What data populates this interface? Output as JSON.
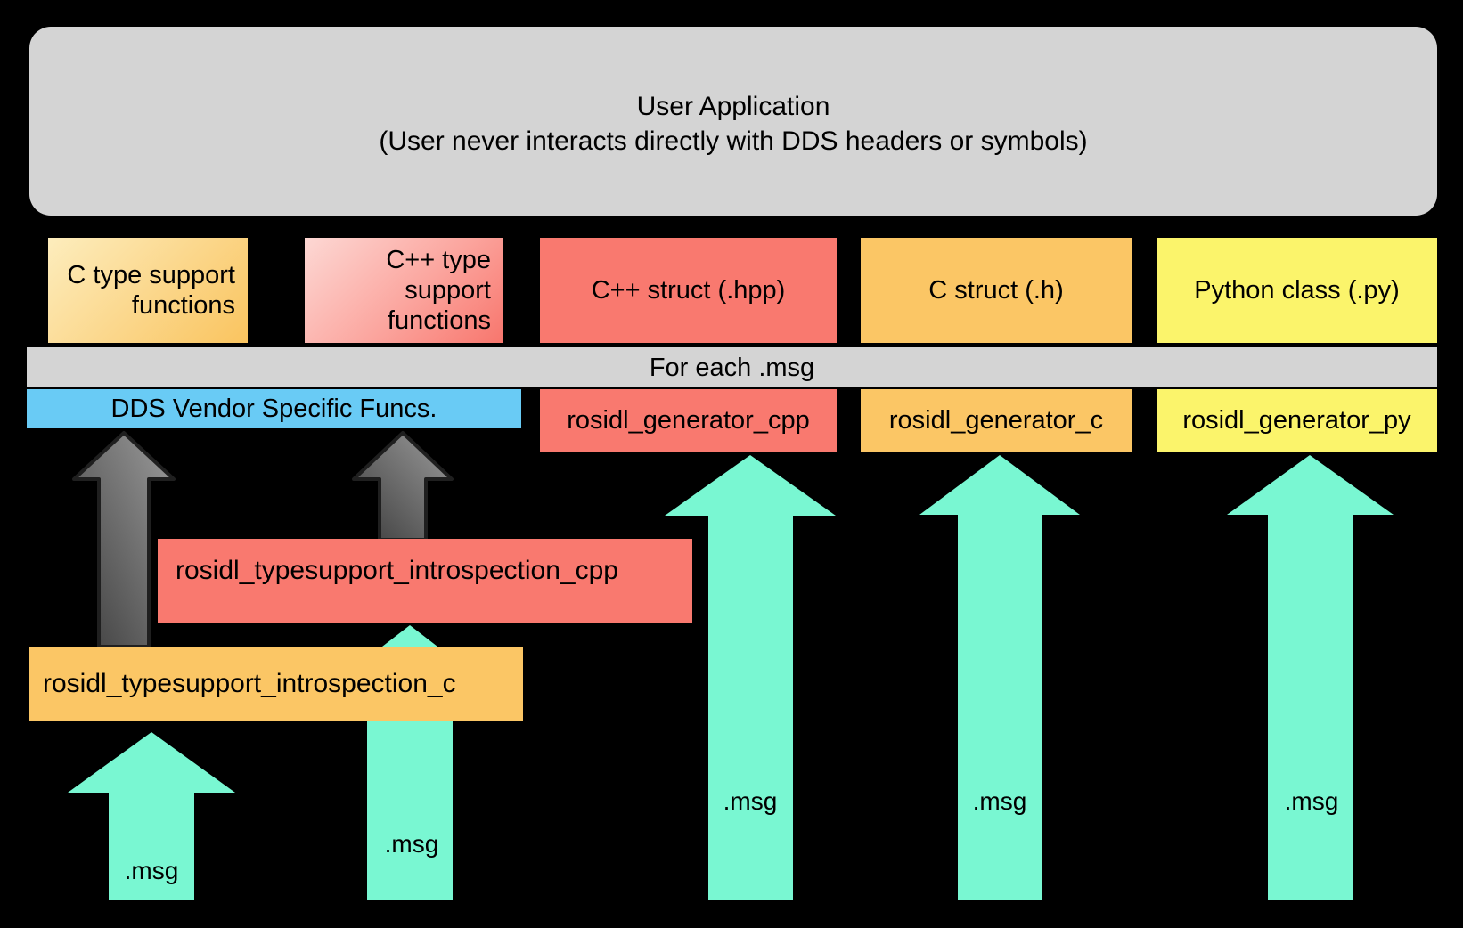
{
  "title_box": {
    "text": "User Application\n(User never interacts directly with DDS headers or symbols)"
  },
  "row1": {
    "c_type_support": "C type support\nfunctions",
    "cpp_type_support": "C++ type\nsupport\nfunctions",
    "cpp_struct": "C++ struct (.hpp)",
    "c_struct": "C struct (.h)",
    "python_class": "Python class (.py)"
  },
  "band": {
    "text": "For each .msg"
  },
  "row2": {
    "dds_vendor": "DDS Vendor Specific Funcs.",
    "generator_cpp": "rosidl_generator_cpp",
    "generator_c": "rosidl_generator_c",
    "generator_py": "rosidl_generator_py"
  },
  "middle": {
    "introspection_cpp": "rosidl_typesupport_introspection_cpp",
    "introspection_c": "rosidl_typesupport_introspection_c"
  },
  "arrows": {
    "msg_to_introspection_c": ".msg",
    "msg_to_introspection_cpp": ".msg",
    "msg_to_generator_cpp": ".msg",
    "msg_to_generator_c": ".msg",
    "msg_to_generator_py": ".msg"
  },
  "colors": {
    "background": "#000000",
    "panel_gray": "#d4d4d4",
    "red": "#f9796f",
    "red_gradient_start": "#fdd8d4",
    "orange": "#fbc665",
    "orange_gradient_start": "#fdedbd",
    "yellow": "#fbf46b",
    "blue": "#69cbf5",
    "teal_arrow": "#79f7d2",
    "gray_arrow_dark": "#3c3c3c",
    "gray_arrow_light": "#9c9c9c"
  }
}
